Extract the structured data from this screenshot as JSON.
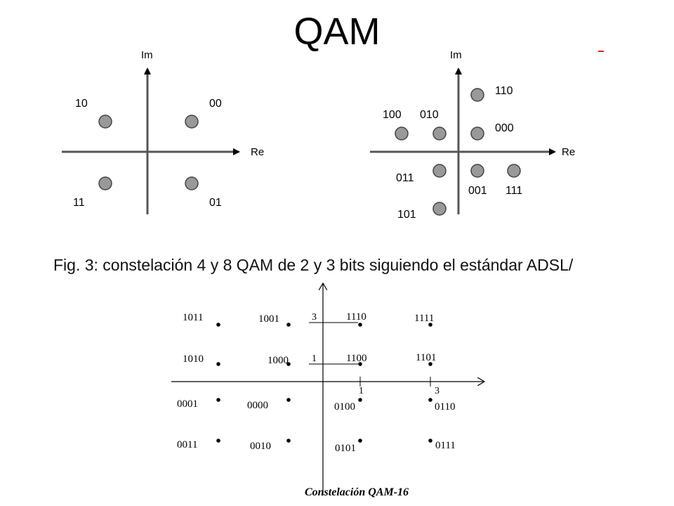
{
  "title": "QAM",
  "caption": "Fig. 3:  constelación 4 y 8 QAM de 2 y 3 bits siguiendo el estándar ADSL/",
  "sub_caption": "Constelación QAM-16",
  "qam4": {
    "x_axis": "Re",
    "y_axis": "Im",
    "points": [
      {
        "label": "10"
      },
      {
        "label": "00"
      },
      {
        "label": "11"
      },
      {
        "label": "01"
      }
    ]
  },
  "qam8": {
    "x_axis": "Re",
    "y_axis": "Im",
    "points": [
      {
        "label": "110"
      },
      {
        "label": "100"
      },
      {
        "label": "010"
      },
      {
        "label": "000"
      },
      {
        "label": "011"
      },
      {
        "label": "001"
      },
      {
        "label": "111"
      },
      {
        "label": "101"
      }
    ]
  },
  "qam16": {
    "ticks": {
      "y3": "3",
      "y1": "1",
      "x1": "1",
      "x3": "3"
    },
    "points": [
      {
        "label": "1011"
      },
      {
        "label": "1001"
      },
      {
        "label": "1110"
      },
      {
        "label": "1111"
      },
      {
        "label": "1010"
      },
      {
        "label": "1000"
      },
      {
        "label": "1100"
      },
      {
        "label": "1101"
      },
      {
        "label": "0001"
      },
      {
        "label": "0000"
      },
      {
        "label": "0100"
      },
      {
        "label": "0110"
      },
      {
        "label": "0011"
      },
      {
        "label": "0010"
      },
      {
        "label": "0101"
      },
      {
        "label": "0111"
      }
    ]
  }
}
